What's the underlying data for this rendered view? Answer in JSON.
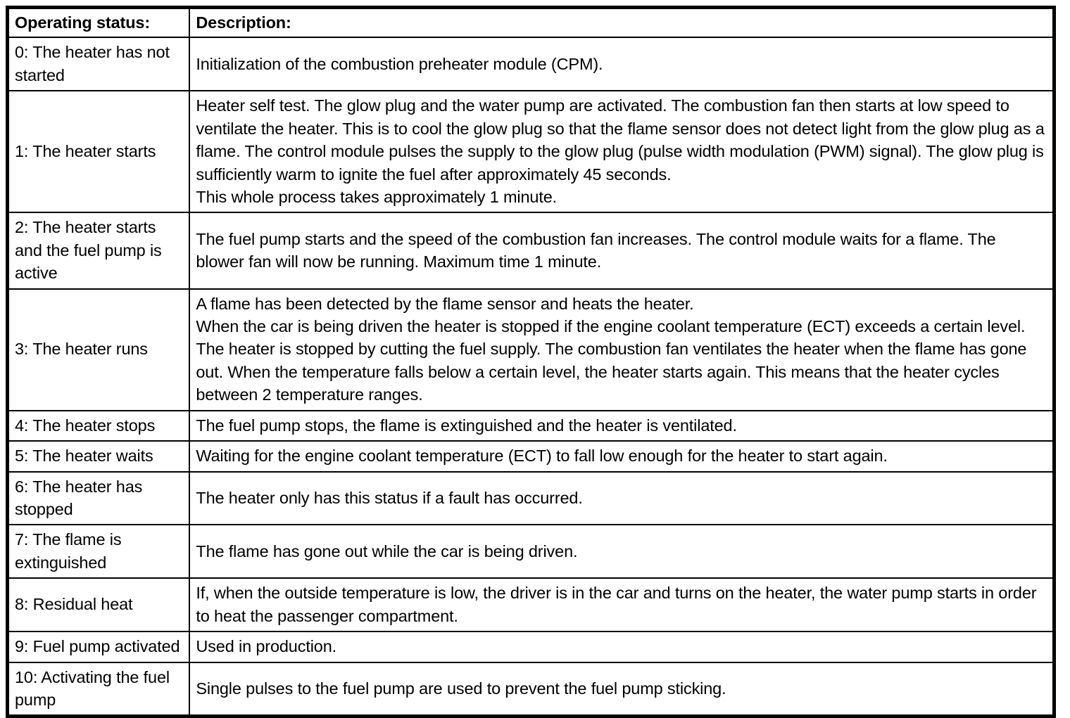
{
  "table": {
    "columns": [
      {
        "key": "status",
        "label": "Operating status:"
      },
      {
        "key": "description",
        "label": "Description:"
      }
    ],
    "rows": [
      {
        "status": "0: The heater has not started",
        "description": "Initialization of the combustion preheater module (CPM)."
      },
      {
        "status": "1: The heater starts",
        "description": "Heater self test. The glow plug and the water pump are activated. The combustion fan then starts at low speed to ventilate the heater. This is to cool the glow plug so that the flame sensor does not detect light from the glow plug as a flame. The control module pulses the supply to the glow plug (pulse width modulation (PWM) signal). The glow plug is sufficiently warm to ignite the fuel after approximately 45 seconds.\nThis whole process takes approximately 1 minute."
      },
      {
        "status": "2: The heater starts and the fuel pump is active",
        "description": "The fuel pump starts and the speed of the combustion fan increases. The control module waits for a flame. The blower fan will now be running. Maximum time 1 minute."
      },
      {
        "status": "3: The heater runs",
        "description": "A flame has been detected by the flame sensor and heats the heater.\nWhen the car is being driven the heater is stopped if the engine coolant temperature (ECT) exceeds a certain level. The heater is stopped by cutting the fuel supply. The combustion fan ventilates the heater when the flame has gone out. When the temperature falls below a certain level, the heater starts again. This means that the heater cycles between 2 temperature ranges."
      },
      {
        "status": "4: The heater stops",
        "description": "The fuel pump stops, the flame is extinguished and the heater is ventilated."
      },
      {
        "status": "5: The heater waits",
        "description": "Waiting for the engine coolant temperature (ECT) to fall low enough for the heater to start again."
      },
      {
        "status": "6: The heater has stopped",
        "description": "The heater only has this status if a fault has occurred."
      },
      {
        "status": "7: The flame is extinguished",
        "description": "The flame has gone out while the car is being driven."
      },
      {
        "status": "8: Residual heat",
        "description": "If, when the outside temperature is low, the driver is in the car and turns on the heater, the water pump starts in order to heat the passenger compartment."
      },
      {
        "status": "9: Fuel pump activated",
        "description": "Used in production."
      },
      {
        "status": "10: Activating the fuel pump",
        "description": "Single pulses to the fuel pump are used to prevent the fuel pump sticking."
      }
    ]
  },
  "colors": {
    "border": "#000000",
    "text": "#000000",
    "background": "#ffffff"
  }
}
